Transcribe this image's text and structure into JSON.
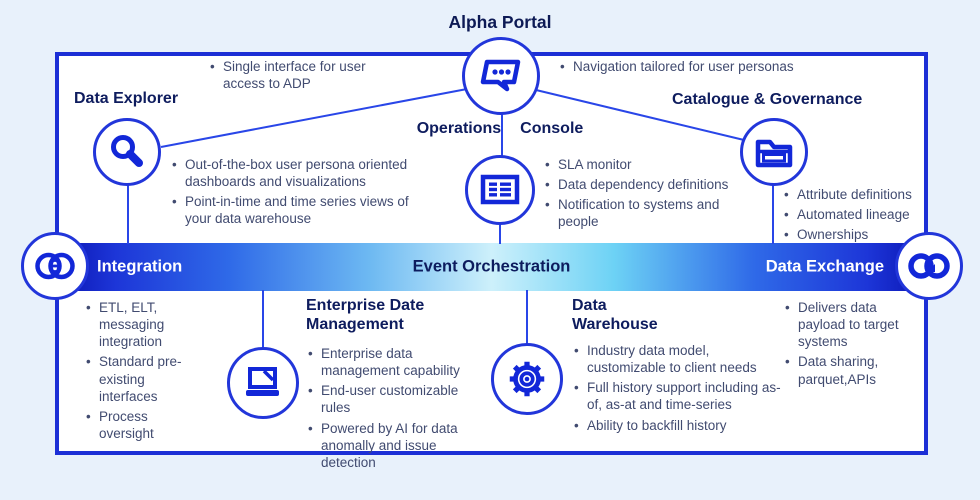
{
  "colors": {
    "background": "#e8f1fb",
    "frame_border": "#1c2fd6",
    "icon_blue": "#1227d8",
    "heading_navy": "#0e1c5e",
    "body_text": "#414b70",
    "band_dark": "#0a14b2",
    "band_mid": "#2f6ae8",
    "band_light": "#cdf0fb",
    "band_label_light": "#ffffff"
  },
  "alpha_portal": {
    "title": "Alpha Portal",
    "icon": "chat-bubble-icon",
    "bullets_left": [
      "Single interface for user access to ADP"
    ],
    "bullets_right": [
      "Navigation tailored for user personas"
    ]
  },
  "data_explorer": {
    "title": "Data Explorer",
    "icon": "magnifier-icon",
    "bullets": [
      "Out-of-the-box user persona oriented dashboards and visualizations",
      "Point-in-time and time series views of your data warehouse"
    ]
  },
  "operations_console": {
    "title_left": "Operations",
    "title_right": "Console",
    "icon": "console-grid-icon",
    "bullets": [
      "SLA monitor",
      "Data dependency definitions",
      "Notification to systems and people"
    ]
  },
  "catalogue_governance": {
    "title": "Catalogue & Governance",
    "icon": "folder-icon",
    "bullets": [
      "Attribute definitions",
      "Automated lineage",
      "Ownerships"
    ]
  },
  "band": {
    "integration_label": "Integration",
    "event_orchestration_label": "Event Orchestration",
    "data_exchange_label": "Data Exchange",
    "integration_icon": "venn-circles-icon",
    "data_exchange_icon": "linked-rings-icon"
  },
  "integration": {
    "bullets": [
      "ETL, ELT, messaging integration",
      "Standard pre-existing interfaces",
      "Process oversight"
    ]
  },
  "enterprise_data_management": {
    "title": "Enterprise Date Management",
    "icon": "laptop-icon",
    "bullets": [
      "Enterprise data management capability",
      "End-user customizable rules",
      "Powered by AI for data anomally and issue detection"
    ]
  },
  "data_warehouse": {
    "title": "Data Warehouse",
    "icon": "gear-icon",
    "bullets": [
      "Industry data model, customizable to client needs",
      "Full history support including as-of, as-at and time-series",
      "Ability to backfill history"
    ]
  },
  "data_exchange": {
    "bullets": [
      "Delivers data payload to target systems",
      "Data sharing, parquet,APIs"
    ]
  }
}
